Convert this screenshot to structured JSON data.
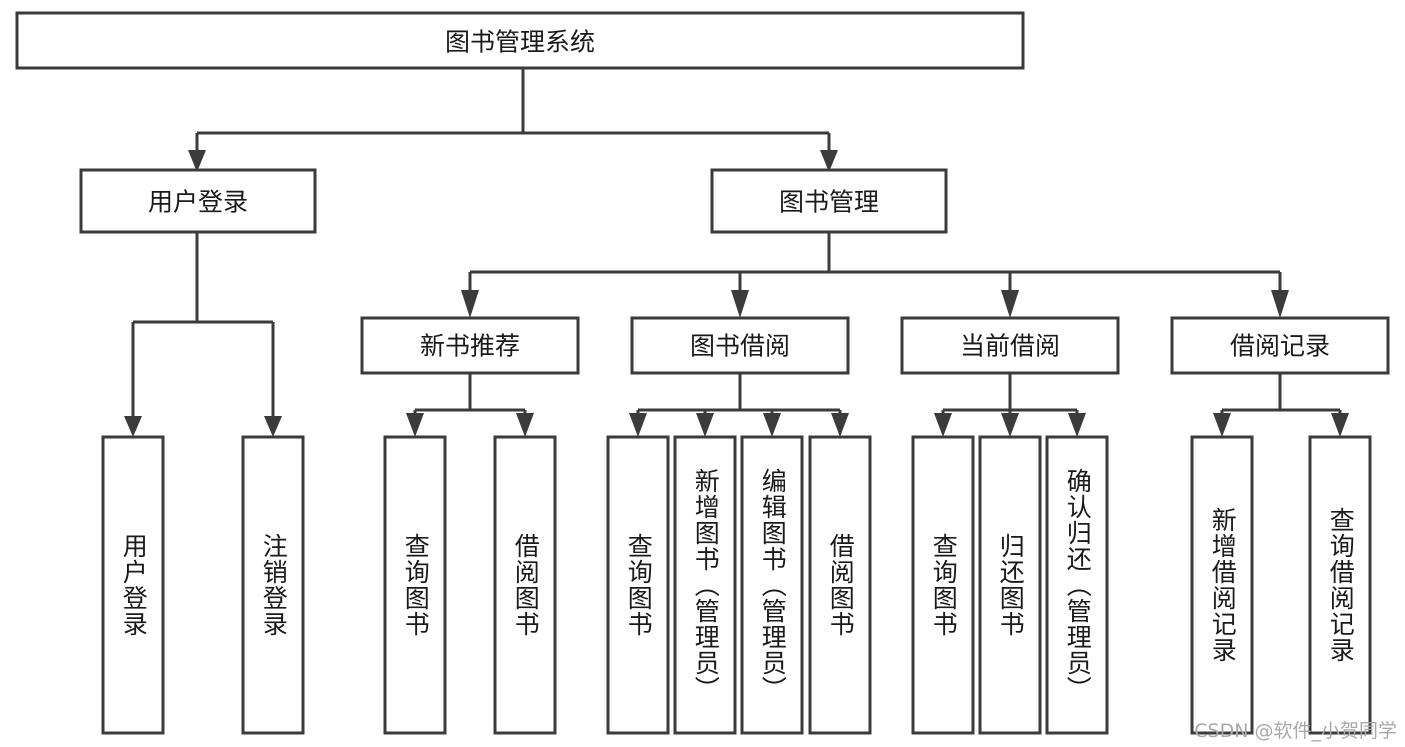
{
  "diagram": {
    "type": "tree-hierarchy",
    "orientation": "top-down",
    "root": {
      "label": "图书管理系统"
    },
    "level2": [
      {
        "label": "用户登录"
      },
      {
        "label": "图书管理"
      }
    ],
    "level3": [
      {
        "label": "新书推荐"
      },
      {
        "label": "图书借阅"
      },
      {
        "label": "当前借阅"
      },
      {
        "label": "借阅记录"
      }
    ],
    "leaves": {
      "user_login": [
        {
          "label": "用户登录"
        },
        {
          "label": "注销登录"
        }
      ],
      "new_book_recommend": [
        {
          "label": "查询图书"
        },
        {
          "label": "借阅图书"
        }
      ],
      "book_borrow": [
        {
          "label": "查询图书"
        },
        {
          "label": "新增图书（管理员）"
        },
        {
          "label": "编辑图书（管理员）"
        },
        {
          "label": "借阅图书"
        }
      ],
      "current_borrow": [
        {
          "label": "查询图书"
        },
        {
          "label": "归还图书"
        },
        {
          "label": "确认归还（管理员）"
        }
      ],
      "borrow_record": [
        {
          "label": "新增借阅记录"
        },
        {
          "label": "查询借阅记录"
        }
      ]
    }
  },
  "watermark": {
    "text": "CSDN @软件_小贺同学"
  },
  "colors": {
    "box_stroke": "#3b3b3b",
    "box_fill": "#ffffff",
    "text": "#1a1a1a",
    "connector": "#3b3b3b",
    "watermark": "#a9a9a9",
    "background": "#ffffff"
  }
}
